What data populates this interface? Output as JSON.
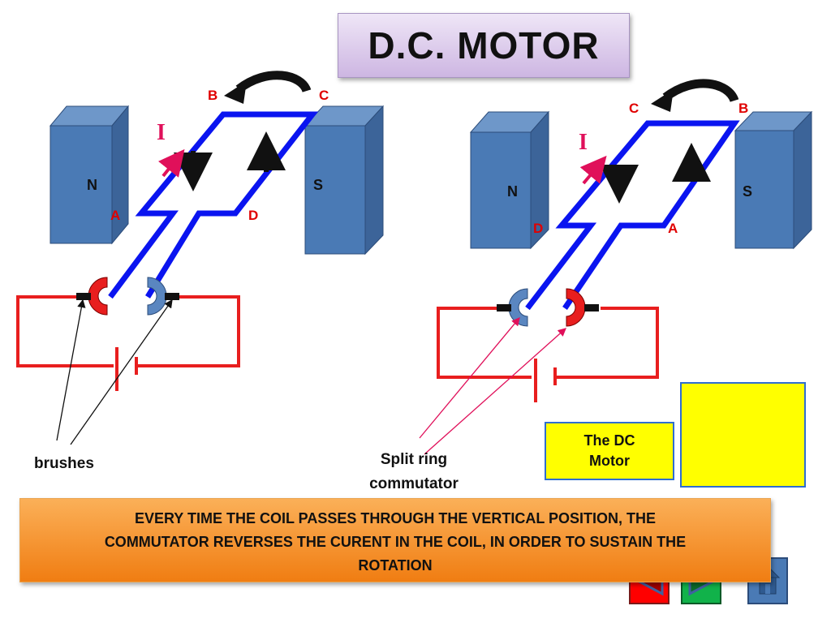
{
  "title": "D.C. MOTOR",
  "left_diagram": {
    "pole_left": "N",
    "pole_right": "S",
    "corners": {
      "a": "A",
      "b": "B",
      "c": "C",
      "d": "D"
    },
    "current_label": "I"
  },
  "right_diagram": {
    "pole_left": "N",
    "pole_right": "S",
    "corners": {
      "a": "D",
      "b": "C",
      "c": "B",
      "d": "A"
    },
    "current_label": "I"
  },
  "labels": {
    "brushes": "brushes",
    "split_ring_line1": "Split ring",
    "split_ring_line2": "commutator"
  },
  "video_link": {
    "line1": "The DC",
    "line2": "Motor"
  },
  "banner": {
    "line1": "EVERY TIME THE COIL PASSES THROUGH THE VERTICAL POSITION, THE",
    "line2": "COMMUTATOR REVERSES THE CURENT IN THE COIL, IN ORDER TO SUSTAIN THE",
    "line3": "ROTATION"
  },
  "colors": {
    "coil": "#0a14f0",
    "magnet": "#4a7ab5",
    "circuit": "#e81e1e",
    "commutator_red": "#e81e1e",
    "commutator_blue": "#5a86c0",
    "banner": "#f59a32",
    "video_box": "#ffff00"
  },
  "icons": [
    "video-camera-icon",
    "previous-arrow-icon",
    "next-arrow-icon",
    "home-icon"
  ]
}
